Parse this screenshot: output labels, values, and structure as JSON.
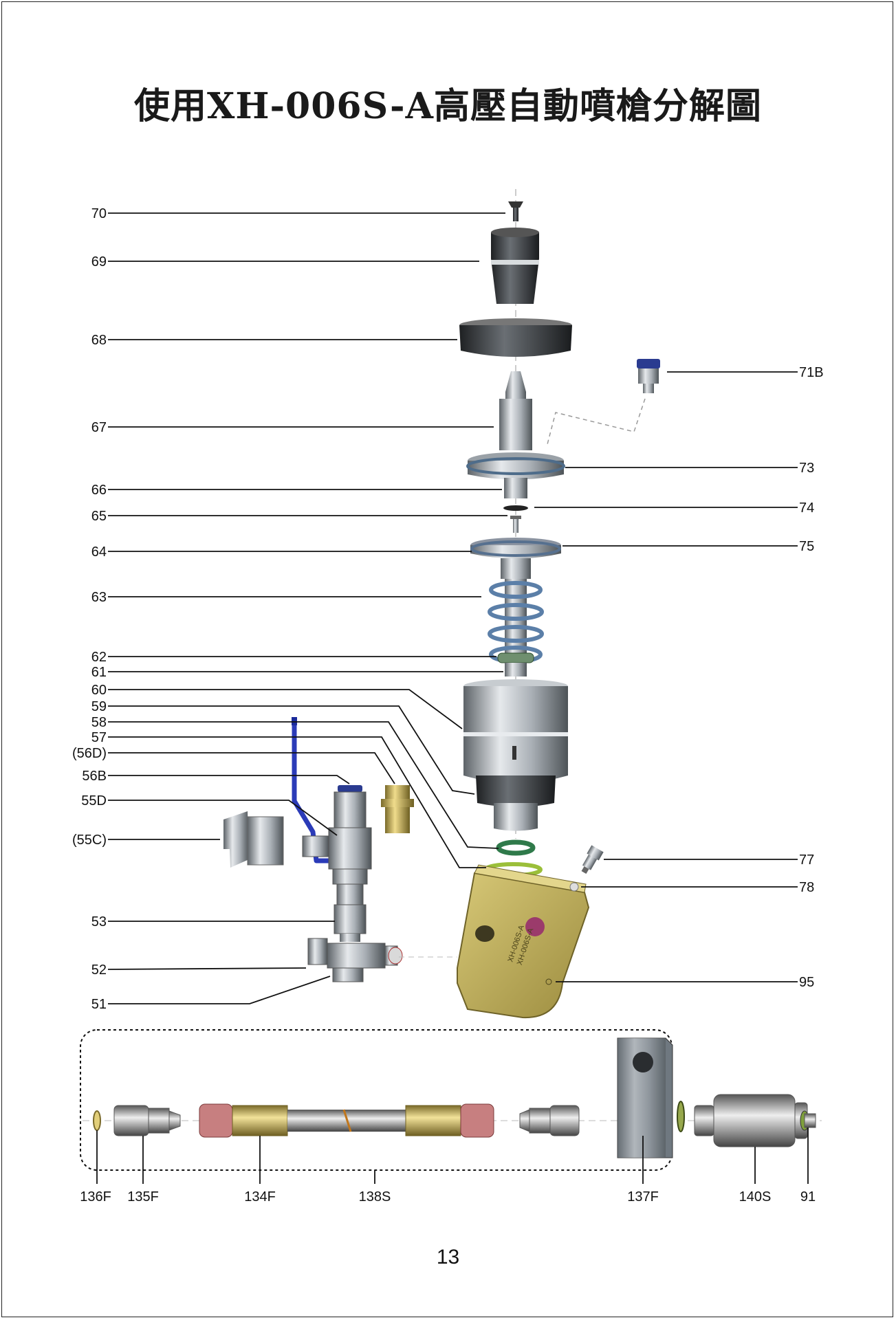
{
  "title": "使用XH-006S-A高壓自動噴槍分解圖",
  "page_number": "13",
  "labels": {
    "p70": "70",
    "p69": "69",
    "p68": "68",
    "p67": "67",
    "p66": "66",
    "p65": "65",
    "p64": "64",
    "p63": "63",
    "p62": "62",
    "p61": "61",
    "p60": "60",
    "p59": "59",
    "p58": "58",
    "p57": "57",
    "p56d": "(56D)",
    "p56b": "56B",
    "p55d": "55D",
    "p55c": "(55C)",
    "p53": "53",
    "p52": "52",
    "p51": "51",
    "p71b": "71B",
    "p73": "73",
    "p74": "74",
    "p75": "75",
    "p77": "77",
    "p78": "78",
    "p95": "95",
    "p136f": "136F",
    "p135f": "135F",
    "p134f": "134F",
    "p138s": "138S",
    "p137f": "137F",
    "p140s": "140S",
    "p91": "91"
  },
  "colors": {
    "steel": "#8e959c",
    "dark_steel": "#3a3d40",
    "spring_blue": "#5b7fa8",
    "seal_green": "#3f8a5a",
    "brass": "#c9b15a",
    "plate_olive": "#b7a75a",
    "handle_blue": "#2b3bb8",
    "leader": "#111111"
  }
}
